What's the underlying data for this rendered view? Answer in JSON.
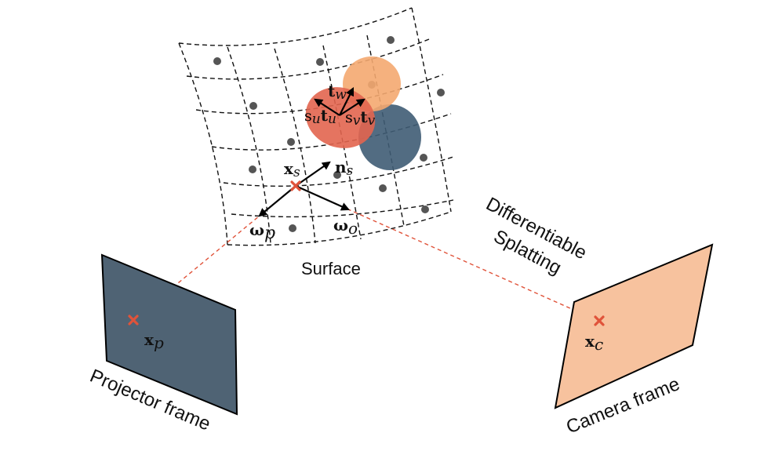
{
  "labels": {
    "surface": "Surface",
    "projector_frame": "Projector frame",
    "camera_frame": "Camera frame",
    "splatting_line1": "Differentiable",
    "splatting_line2": "Splatting"
  },
  "math": {
    "x_bold": "x",
    "n_bold": "n",
    "t_bold": "t",
    "omega_bold": "ω",
    "s_plain": "s",
    "sub_s": "s",
    "sub_p": "p",
    "sub_o": "o",
    "sub_c": "c",
    "sub_u": "u",
    "sub_v": "v",
    "sub_w": "w"
  },
  "colors": {
    "projector_fill": "#4f6374",
    "camera_fill": "#f7c29e",
    "gaussian_red": "#e2654f",
    "gaussian_orange": "#f4a870",
    "gaussian_blue": "#3f5c74",
    "marker": "#e0533a",
    "dot": "#555555"
  }
}
